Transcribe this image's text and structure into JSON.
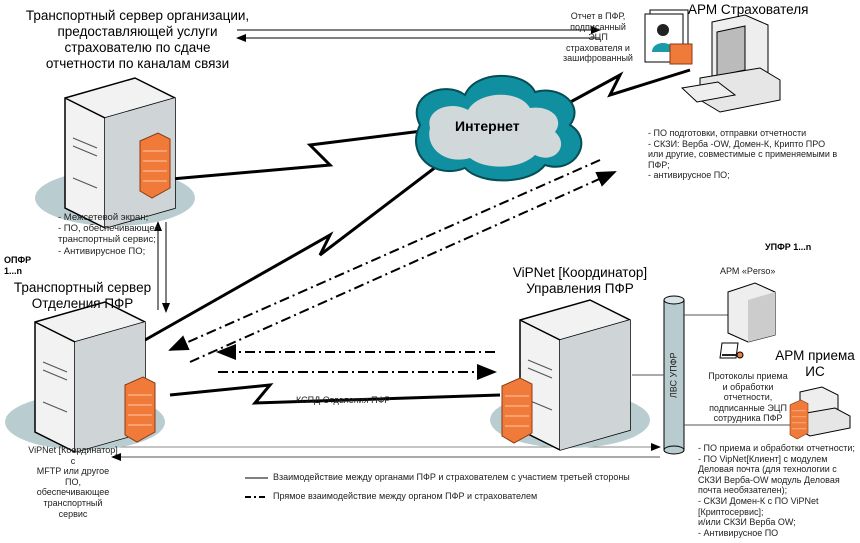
{
  "colors": {
    "cloud": "#0f8f9f",
    "firewall": "#f07a3a",
    "server": "#e6e6e6",
    "shadow": "#b9cdd0",
    "pipe": "#b8cccf"
  },
  "top_server": {
    "title": "Транспортный сервер организации,\nпредоставляющей услуги\nстрахователю по сдаче\nотчетности по каналам связи",
    "note": "- Межсетевой экран;\n - ПО, обеспечивающее\nтранспортный сервис;\n - Антивирусное ПО;"
  },
  "internet": {
    "label": "Интернет"
  },
  "insurer": {
    "title": "АРМ Страхователя",
    "report": "Отчет в ПФР,\nподписанный ЭЦП\nстрахователя и\nзашифрованный",
    "note": "- ПО подготовки, отправки отчетности\n - СКЗИ: Верба -OW, Домен-К, Крипто ПРО\nили другие, совместимые с применяемыми в\nПФР;\n - антивирусное ПО;"
  },
  "opfr": {
    "tag": "ОПФР\n1...n",
    "title": "Транспортный сервер\nОтделения ПФР",
    "note": "ViPNet [Координатор] с\nMFTP или другое ПО,\nобеспечивающее\nтранспортный сервис"
  },
  "upfr": {
    "tag": "УПФР 1...n",
    "coordinator_title": "ViPNet [Координатор]\nУправления ПФР",
    "lan_label": "ЛВС УПФР",
    "perso_label": "АРМ «Perso»",
    "protocols": "Протоколы приема\nи обработки\nотчетности,\nподписанные ЭЦП\nсотрудника ПФР",
    "is_title": "АРМ приема\nИС",
    "is_note": " - ПО приема и обработки отчетности;\n - ПО VipNet[Клиент] с модулем\nДеловая почта (для технологии с\nСКЗИ Верба-OW модуль Деловая\nпочта необязателен);\n - СКЗИ Домен-К с ПО ViPNet\n[Криптосервис];\n и/или СКЗИ Верба OW;\n - Антивирусное ПО"
  },
  "kspd_label": "КСПД Отделения ПФР",
  "legend": [
    {
      "style": "solid",
      "label": "Взаимодействие между органами ПФР и страхователем с участием третьей стороны"
    },
    {
      "style": "dash-dot",
      "label": "Прямое взаимодействие между органом ПФР и страхователем"
    }
  ]
}
